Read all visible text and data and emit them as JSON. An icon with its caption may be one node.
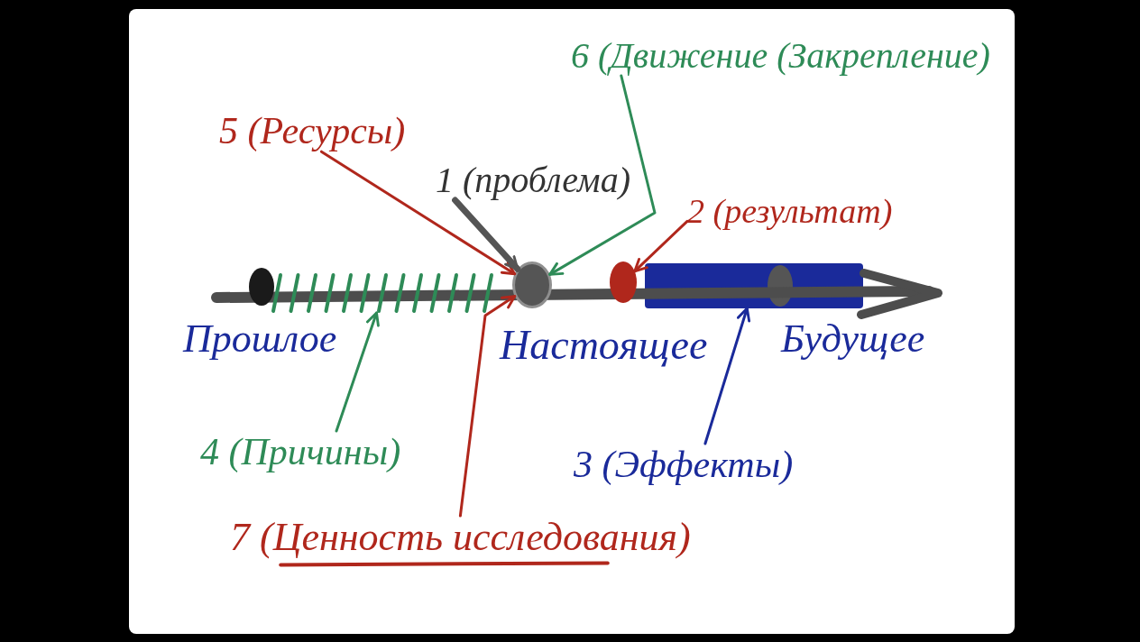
{
  "diagram": {
    "nodes": [
      {
        "text": [
          "6 (Движение (Закрепление)"
        ]
      },
      {
        "text": [
          "5 (Ресурсы)"
        ]
      },
      {
        "text": [
          "1 (проблема)"
        ]
      },
      {
        "text": [
          "2 (результат)"
        ]
      },
      {
        "text": [],
        "shape": "circle",
        "beside": [
          "Прошлое"
        ]
      },
      {
        "text": [],
        "shape": "bar"
      },
      {
        "text": [],
        "shape": "circle",
        "beside": [
          "Настоящее"
        ]
      },
      {
        "text": [],
        "shape": "circle"
      },
      {
        "text": [],
        "shape": "bar"
      },
      {
        "text": [],
        "shape": "circle",
        "beside": [
          "Будущее"
        ],
        "in": 8
      },
      {
        "text": [
          "4 (Причины)"
        ]
      },
      {
        "text": [
          "3 (Эффекты)"
        ]
      },
      {
        "text": [
          "7 (Ценность исследования)"
        ]
      }
    ],
    "edges": [
      {
        "from": 0,
        "to": 6,
        "arrow": "to",
        "color": "#2e8b57"
      },
      {
        "from": 1,
        "to": 6,
        "arrow": "to"
      },
      {
        "from": 2,
        "to": 6,
        "arrow": "to",
        "style": "thick",
        "color": "#555555"
      },
      {
        "from": 3,
        "to": 7,
        "arrow": "to"
      },
      {
        "from": 10,
        "to": 5,
        "arrow": "to",
        "color": "#2e8b57"
      },
      {
        "from": 11,
        "to": 8,
        "arrow": "to",
        "color": "#1a2a9a"
      },
      {
        "from": 12,
        "to": 6,
        "arrow": "to"
      }
    ]
  }
}
